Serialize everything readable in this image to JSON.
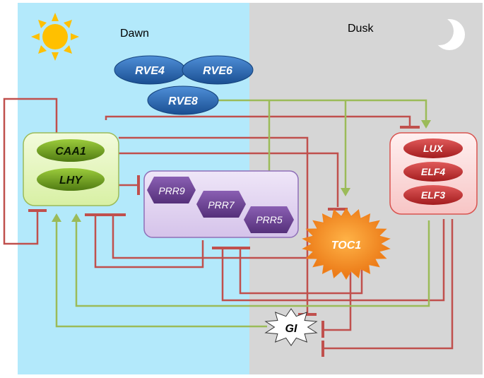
{
  "panels": {
    "dawn": {
      "label": "Dawn"
    },
    "dusk": {
      "label": "Dusk"
    }
  },
  "icons": {
    "sun": "sun-icon",
    "moon": "moon-icon"
  },
  "nodes": {
    "rve4": "RVE4",
    "rve6": "RVE6",
    "rve8": "RVE8",
    "caa1": "CAA1",
    "lhy": "LHY",
    "prr9": "PRR9",
    "prr7": "PRR7",
    "prr5": "PRR5",
    "toc1": "TOC1",
    "lux": "LUX",
    "elf4": "ELF4",
    "elf3": "ELF3",
    "gi": "GI"
  },
  "colors": {
    "dawn_bg": "#b3e9fb",
    "dusk_bg": "#d6d6d6",
    "activation": "#9bbb59",
    "repression": "#c0504d",
    "rve_fill": "#1f5fa8",
    "morning_box": "#e6f7c4",
    "morning_oval": "#6d9a1a",
    "prr_box": "#e3d6f2",
    "prr_fill": "#6b3f91",
    "toc1_fill": "#f2841c",
    "ec_box": "#fcdede",
    "ec_fill": "#c0282a",
    "sun": "#ffc000"
  }
}
